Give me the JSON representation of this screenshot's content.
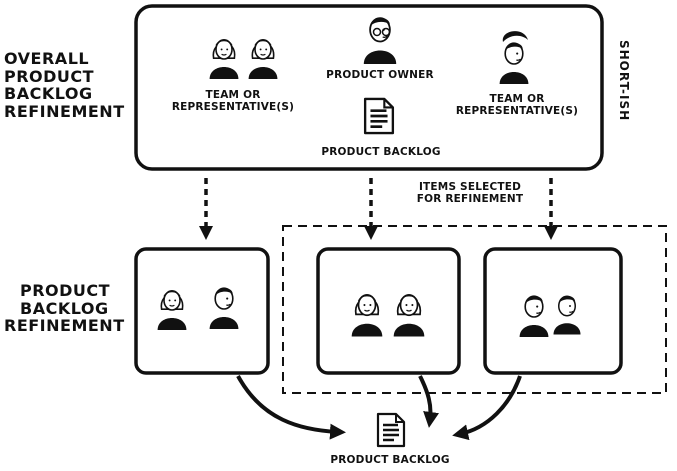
{
  "left_labels": {
    "overall_line1": "OVERALL",
    "overall_line2": "PRODUCT",
    "overall_line3": "BACKLOG",
    "overall_line4": "REFINEMENT",
    "pbr_line1": "PRODUCT",
    "pbr_line2": "BACKLOG",
    "pbr_line3": "REFINEMENT"
  },
  "top_box": {
    "team_left_line1": "TEAM OR",
    "team_left_line2": "REPRESENTATIVE(S)",
    "product_owner": "PRODUCT OWNER",
    "product_backlog": "PRODUCT BACKLOG",
    "team_right_line1": "TEAM OR",
    "team_right_line2": "REPRESENTATIVE(S)",
    "side_note": "SHORT-ISH"
  },
  "middle": {
    "items_line1": "ITEMS SELECTED",
    "items_line2": "FOR REFINEMENT"
  },
  "bottom": {
    "product_backlog": "PRODUCT BACKLOG"
  },
  "icons": {
    "person": "person-icon",
    "document": "document-icon",
    "arrow": "arrow-icon"
  },
  "colors": {
    "ink": "#111111",
    "paper": "#ffffff"
  }
}
